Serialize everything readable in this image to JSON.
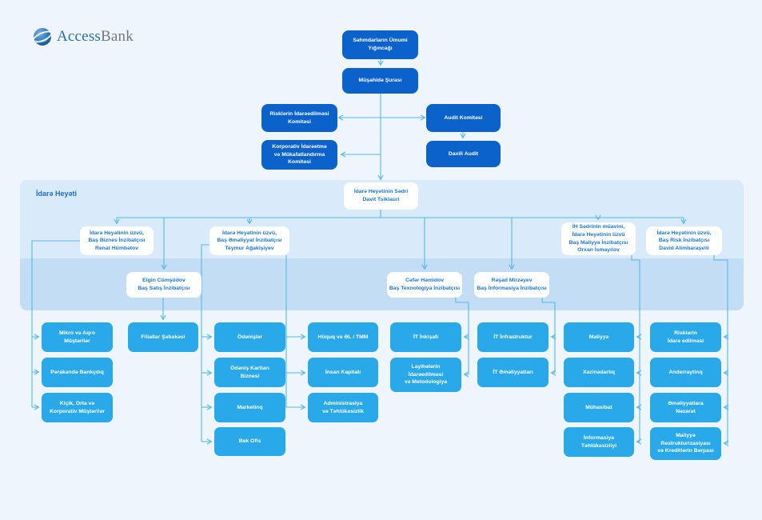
{
  "logo": {
    "brand_primary": "Access",
    "brand_secondary": "Bank"
  },
  "section_label": "İdarə Heyəti",
  "colors": {
    "background": "#eef5fc",
    "dark_box": "#0b62cb",
    "light_box": "#29a9e9",
    "panel": "#d9eafb",
    "panel_band": "#c3ddf5",
    "connector": "#54b9ec",
    "white_box_text": "#1777d2"
  },
  "nodes": {
    "shareholders": "Səhmdarların Ümumi\nYığıncağı",
    "supervisory_board": "Müşahidə Şurası",
    "risk_committee": "Risklərin İdarəedilməsi\nKomitəsi",
    "audit_committee": "Audit Komitəsi",
    "corporate_committee": "Korporativ İdarəetmə\nvə Mükafatlandırma\nKomitəsi",
    "internal_audit": "Daxili Audit",
    "chairman": "İdarə Heyətinin Sədri\nDavit Tsiklauri",
    "renat": "İdarə Heyətinin üzvü,\nBaş Biznes İnzibatçısı\nRenat Hümbətov",
    "teymur": "İdarə Heyətinin üzvü,\nBaş Əməliyyat İnzibatçısı\nTeymur Ağakişiyev",
    "orxan": "İH Sədrinin müavini,\nİdarə Heyətinin üzvü\nBaş Maliyyə İnzibatçısı\nOrxan İsmayılov",
    "david": "İdarə Heyətinin üzvü,\nBaş Risk İnzibatçısı\nDavid Alimbaraşvili",
    "elgin": "Elgin Cümşüdov\nBaş Satış İnzibatçısı",
    "cefer": "Cəfər Həmidov\nBaş Texnologiya İnzibatçısı",
    "resad": "Rəşad Mirzəyev\nBaş İnformasiya İnzibatçısı",
    "mikro_aqro": "Mikro və Aqro\nMüştərilər",
    "perakende": "Pərakəndə Bankçılıq",
    "kicik_orta": "Kiçik, Orta və\nKorporativ Müştərilər",
    "filiallar": "Filiallar Şəbəkəsi",
    "odenisler": "Ödənişlər",
    "odenis_kartlari": "Ödəniş Kartları\nBiznesi",
    "marketinq": "Marketinq",
    "bek_ofis": "Bek Ofis",
    "huquq": "Hüquq və ƏL / TMM",
    "insan_kapitali": "İnsan Kapitalı",
    "administrasiya": "Administrasiya\nvə Təhlükəsizlik",
    "it_inkisafi": "İT İnkişafı",
    "layiheler": "Layihələrin\nİdarəedilməsi\nvə Metodologiya",
    "it_infrastruktur": "İT İnfrastruktur",
    "it_emeliyyatlari": "İT Əməliyyatları",
    "maliyye": "Maliyyə",
    "xezinedarliq": "Xəzinədarlıq",
    "muhasibat": "Mühasibat",
    "informasiya_tehlukesizliyi": "İnformasiya\nTəhlükəsizliyi",
    "riskler_idare": "Risklərin\nİdarə edilməsi",
    "anderraytinq": "Anderraytinq",
    "emeliyyatlara_nezaret": "Əməliyyatlara\nNəzarət",
    "maliyye_restrukturizasiyasi": "Maliyyə\nRestrukturizasiyası\nvə Kreditlərin Bərpası"
  }
}
